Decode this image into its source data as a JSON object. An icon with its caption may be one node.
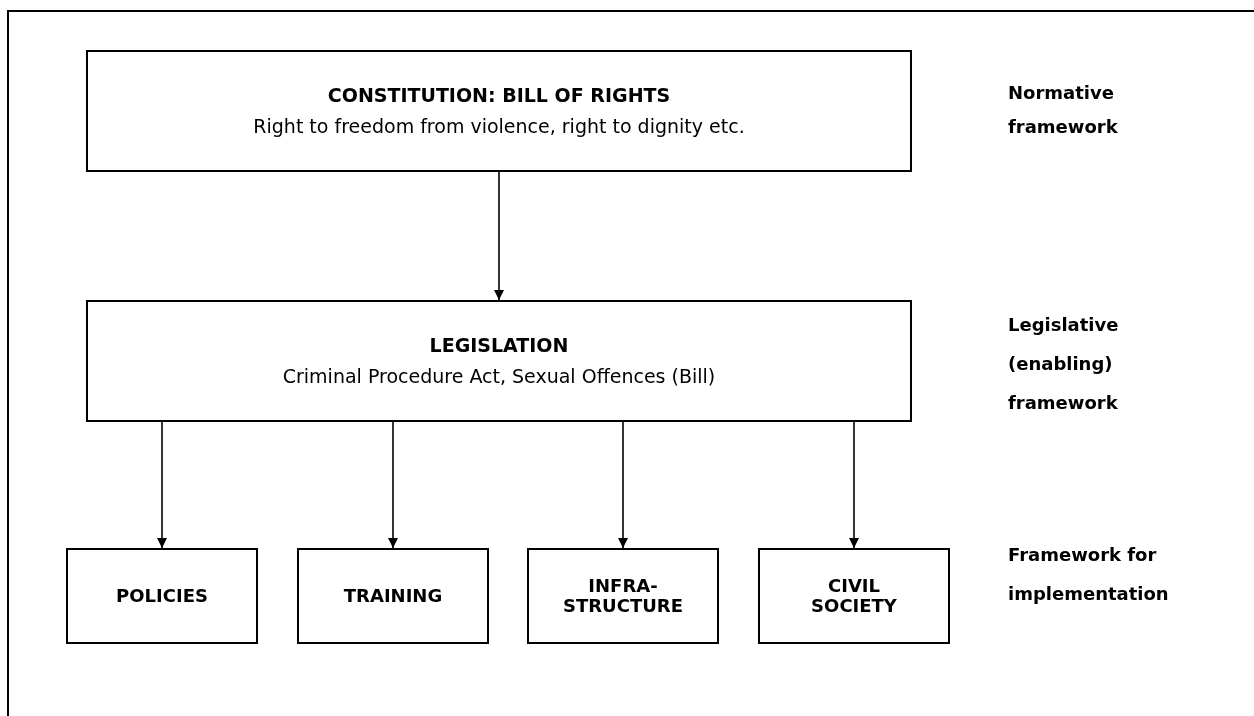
{
  "diagram": {
    "nodes": [
      {
        "text": [
          "CONSTITUTION: BILL OF RIGHTS",
          "Right to freedom from violence, right to dignity etc."
        ]
      },
      {
        "text": [
          "LEGISLATION",
          "Criminal Procedure Act, Sexual Offences (Bill)"
        ]
      },
      {
        "text": [
          "POLICIES"
        ]
      },
      {
        "text": [
          "TRAINING"
        ]
      },
      {
        "text": [
          "INFRA- STRUCTURE"
        ]
      },
      {
        "text": [
          "CIVIL SOCIETY"
        ]
      }
    ],
    "edges": [
      {
        "from": 0,
        "to": 1,
        "arrow": "to"
      },
      {
        "from": 1,
        "to": 2,
        "arrow": "to"
      },
      {
        "from": 1,
        "to": 3,
        "arrow": "to"
      },
      {
        "from": 1,
        "to": 4,
        "arrow": "to"
      },
      {
        "from": 1,
        "to": 5,
        "arrow": "to"
      }
    ],
    "labels": [
      "Normative framework",
      "Legislative (enabling) framework",
      "Framework for implementation"
    ]
  }
}
